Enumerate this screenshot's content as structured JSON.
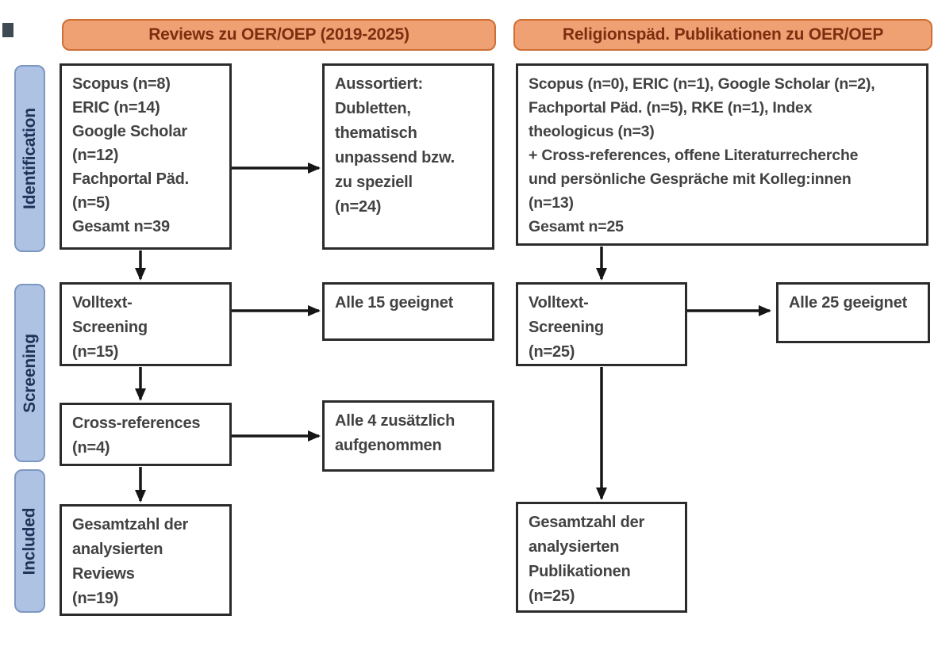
{
  "diagram": {
    "type": "prisma-flow",
    "background": "#ffffff"
  },
  "colors": {
    "header_fill": "#f0a173",
    "header_border": "#ce6f34",
    "header_text": "#7c2e10",
    "stage_fill": "#aec3e3",
    "stage_border": "#7d97c3",
    "stage_text": "#1d3358",
    "box_border": "#2b2b2b",
    "box_text": "#424242",
    "arrow": "#161616"
  },
  "headers": {
    "left": "Reviews zu OER/OEP (2019-2025)",
    "right": "Religionspäd. Publikationen zu OER/OEP"
  },
  "stages": {
    "identification": "Identification",
    "screening": "Screening",
    "included": "Included"
  },
  "boxes": {
    "left_identification": "Scopus (n=8)\nERIC (n=14)\nGoogle Scholar\n(n=12)\nFachportal Päd.\n(n=5)\nGesamt n=39",
    "left_excluded": "Aussortiert:\nDubletten,\nthematisch\nunpassend bzw.\nzu speziell\n(n=24)",
    "right_identification": "Scopus (n=0), ERIC (n=1), Google Scholar (n=2),\nFachportal Päd. (n=5), RKE (n=1), Index\ntheologicus (n=3)\n+ Cross-references, offene Literaturrecherche\nund persönliche Gespräche mit Kolleg:innen\n(n=13)\nGesamt n=25",
    "left_fulltext": "Volltext-\nScreening\n(n=15)",
    "left_fulltext_result": "Alle 15 geeignet",
    "right_fulltext": "Volltext-\nScreening\n(n=25)",
    "right_fulltext_result": "Alle 25 geeignet",
    "left_crossref": "Cross-references\n(n=4)",
    "left_crossref_result": "Alle 4 zusätzlich\naufgenommen",
    "left_included": "Gesamtzahl der\nanalysierten\nReviews\n(n=19)",
    "right_included": "Gesamtzahl der\nanalysierten\nPublikationen\n(n=25)"
  }
}
